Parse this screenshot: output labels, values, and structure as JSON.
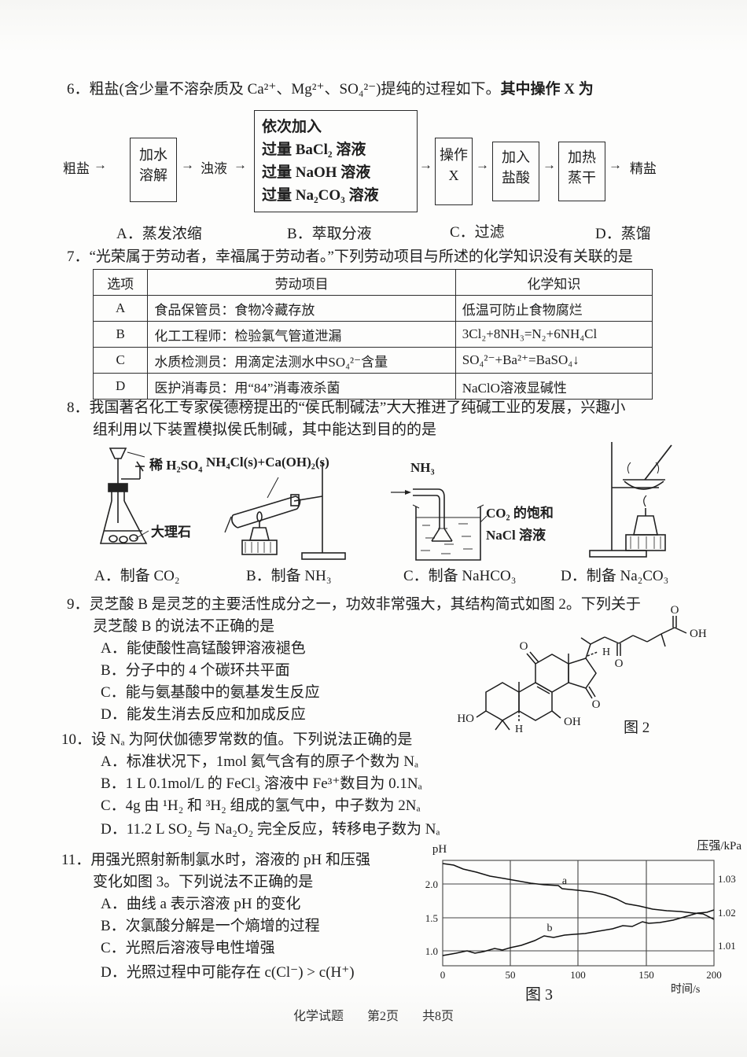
{
  "page": {
    "footer_left": "化学试题",
    "footer_page": "第2页",
    "footer_total": "共8页"
  },
  "q6": {
    "stem_normal": "6．粗盐(含少量不溶杂质及 Ca²⁺、Mg²⁺、SO₄²⁻)提纯的过程如下。",
    "stem_bold": "其中操作 X 为",
    "flow": {
      "arrow": "→",
      "start": "粗盐",
      "box1": [
        "加水",
        "溶解"
      ],
      "mid": "浊液",
      "big": [
        "依次加入",
        "过量 BaCl₂ 溶液",
        "过量 NaOH 溶液",
        "过量 Na₂CO₃ 溶液"
      ],
      "box_x": [
        "操作",
        "X"
      ],
      "box_acid": [
        "加入",
        "盐酸"
      ],
      "box_heat": [
        "加热",
        "蒸干"
      ],
      "end": "精盐"
    },
    "options": [
      "A．蒸发浓缩",
      "B．萃取分液",
      "C．过滤",
      "D．蒸馏"
    ]
  },
  "q7": {
    "stem": "7．“光荣属于劳动者，幸福属于劳动者。”下列劳动项目与所述的化学知识没有关联的是",
    "table": {
      "headers": [
        "选项",
        "劳动项目",
        "化学知识"
      ],
      "rows": [
        [
          "A",
          "食品保管员：食物冷藏存放",
          "低温可防止食物腐烂"
        ],
        [
          "B",
          "化工工程师：检验氯气管道泄漏",
          "3Cl₂+8NH₃=N₂+6NH₄Cl"
        ],
        [
          "C",
          "水质检测员：用滴定法测水中SO₄²⁻含量",
          "SO₄²⁻+Ba²⁺=BaSO₄↓"
        ],
        [
          "D",
          "医护消毒员：用“84”消毒液杀菌",
          "NaClO溶液显碱性"
        ]
      ]
    }
  },
  "q8": {
    "stem1": "8．我国著名化工专家侯德榜提出的“侯氏制碱法”大大推进了纯碱工业的发展，兴趣小",
    "stem2": "组利用以下装置模拟侯氏制碱，其中能达到目的的是",
    "apparatus": {
      "a": {
        "label1": "稀 H₂SO₄",
        "label2": "大理石",
        "caption": "A．制备 CO₂"
      },
      "b": {
        "label": "NH₄Cl(s)+Ca(OH)₂(s)",
        "caption": "B．制备 NH₃"
      },
      "c": {
        "gas": "NH₃",
        "label1": "CO₂ 的饱和",
        "label2": "NaCl 溶液",
        "caption": "C．制备 NaHCO₃"
      },
      "d": {
        "caption": "D．制备 Na₂CO₃"
      }
    }
  },
  "q9": {
    "stem1": "9．灵芝酸 B 是灵芝的主要活性成分之一，功效非常强大，其结构简式如图 2。下列关于",
    "stem2": "灵芝酸 B 的说法不正确的是",
    "options": [
      "A．能使酸性高锰酸钾溶液褪色",
      "B．分子中的 4 个碳环共平面",
      "C．能与氨基酸中的氨基发生反应",
      "D．能发生消去反应和加成反应"
    ],
    "fig2": {
      "o1": "O",
      "o2": "O",
      "o3": "O",
      "o_acid": "O",
      "oh_acid": "OH",
      "ho": "HO",
      "oh_ring": "OH",
      "h_top": "H",
      "h_bottom": "H",
      "caption": "图 2"
    }
  },
  "q10": {
    "stem": "10．设 Nₐ 为阿伏伽德罗常数的值。下列说法正确的是",
    "options": [
      "A．标准状况下，1mol 氦气含有的原子个数为 Nₐ",
      "B．1 L 0.1mol/L 的 FeCl₃ 溶液中 Fe³⁺数目为 0.1Nₐ",
      "C．4g 由 ¹H₂ 和 ³H₂ 组成的氢气中，中子数为 2Nₐ",
      "D．11.2 L SO₂ 与 Na₂O₂ 完全反应，转移电子数为 Nₐ"
    ]
  },
  "q11": {
    "stem1": "11．用强光照射新制氯水时，溶液的 pH 和压强",
    "stem2": "变化如图 3。下列说法不正确的是",
    "options": [
      "A．曲线 a 表示溶液 pH 的变化",
      "B．次氯酸分解是一个熵增的过程",
      "C．光照后溶液导电性增强",
      "D．光照过程中可能存在 c(Cl⁻) > c(H⁺)"
    ],
    "fig3": {
      "ylabel_left": "pH",
      "ylabel_right": "压强/kPa",
      "xlabel": "时间/s",
      "caption": "图 3",
      "yticks_left": [
        "2.0",
        "1.5",
        "1.0"
      ],
      "yticks_right": [
        "1.03",
        "1.02",
        "1.01"
      ],
      "xticks": [
        "0",
        "50",
        "100",
        "150",
        "200"
      ],
      "curve_a": "a",
      "curve_b": "b"
    }
  },
  "chart_data": {
    "type": "line",
    "title": "图 3",
    "xlabel": "时间/s",
    "x_range": [
      0,
      200
    ],
    "axes": {
      "left": {
        "label": "pH",
        "ticks": [
          1.0,
          1.5,
          2.0
        ]
      },
      "right": {
        "label": "压强/kPa",
        "ticks": [
          1.01,
          1.02,
          1.03
        ]
      }
    },
    "grid": true,
    "series": [
      {
        "name": "a",
        "axis": "left",
        "x": [
          0,
          20,
          40,
          60,
          80,
          100,
          120,
          140,
          160,
          180,
          200
        ],
        "y": [
          2.3,
          2.2,
          2.1,
          2.03,
          1.98,
          1.9,
          1.84,
          1.68,
          1.61,
          1.57,
          1.47
        ]
      },
      {
        "name": "b",
        "axis": "right",
        "x": [
          0,
          20,
          40,
          60,
          80,
          100,
          120,
          140,
          160,
          180,
          200
        ],
        "y": [
          1.008,
          1.01,
          1.011,
          1.013,
          1.014,
          1.015,
          1.016,
          1.018,
          1.019,
          1.02,
          1.022
        ]
      }
    ]
  }
}
